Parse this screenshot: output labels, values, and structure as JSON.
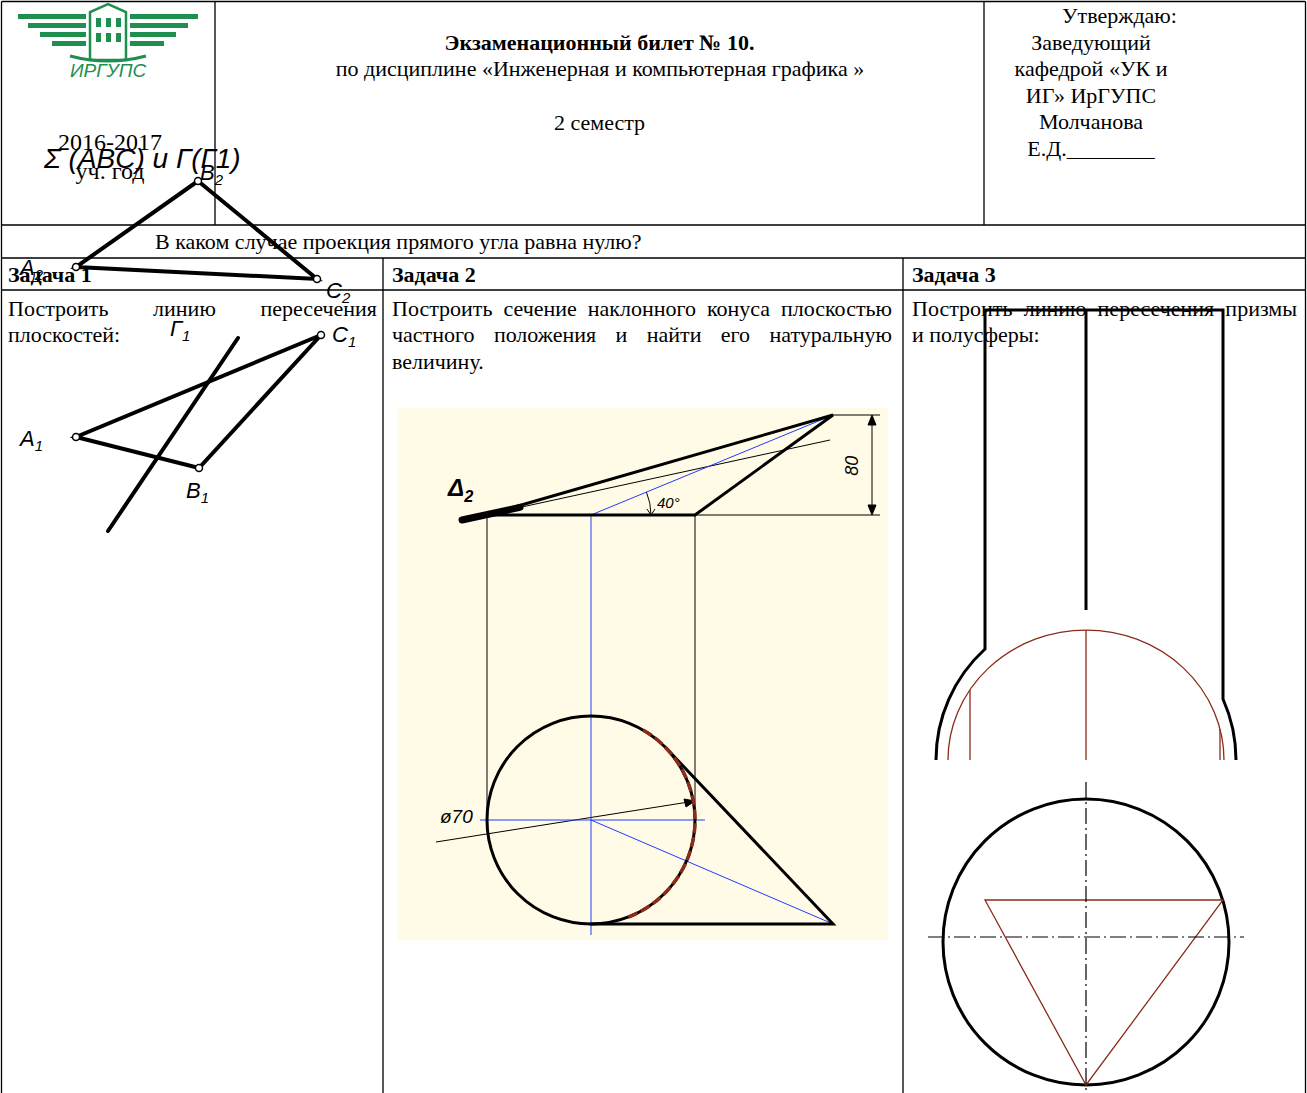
{
  "diagram": {
    "title": "Экзаменационный билет № 10.",
    "labels": [
      "ИРГУПС",
      "2016-2017 уч. год",
      "по дисциплине «Инженерная и компьютерная графика »",
      "2 семестр",
      "Утверждаю:",
      "Заведующий кафедрой «УК и ИГ» ИрГУПС Молчанова Е.Д.________",
      "В каком случае проекция прямого угла равна нулю?",
      "Задача 1",
      "Задача 2",
      "Задача 3",
      "Построить линию пересечения плоскостей:",
      "Построить сечение наклонного конуса плоскостью частного положения и найти его натуральную величину.",
      "Построить линию пересечения призмы и полусферы:",
      "Σ (ABC) и Г(Г1)",
      "B2",
      "A2",
      "C2",
      "Г1",
      "C1",
      "A1",
      "B1",
      "Δ2",
      "40°",
      "80",
      "ø70"
    ]
  }
}
